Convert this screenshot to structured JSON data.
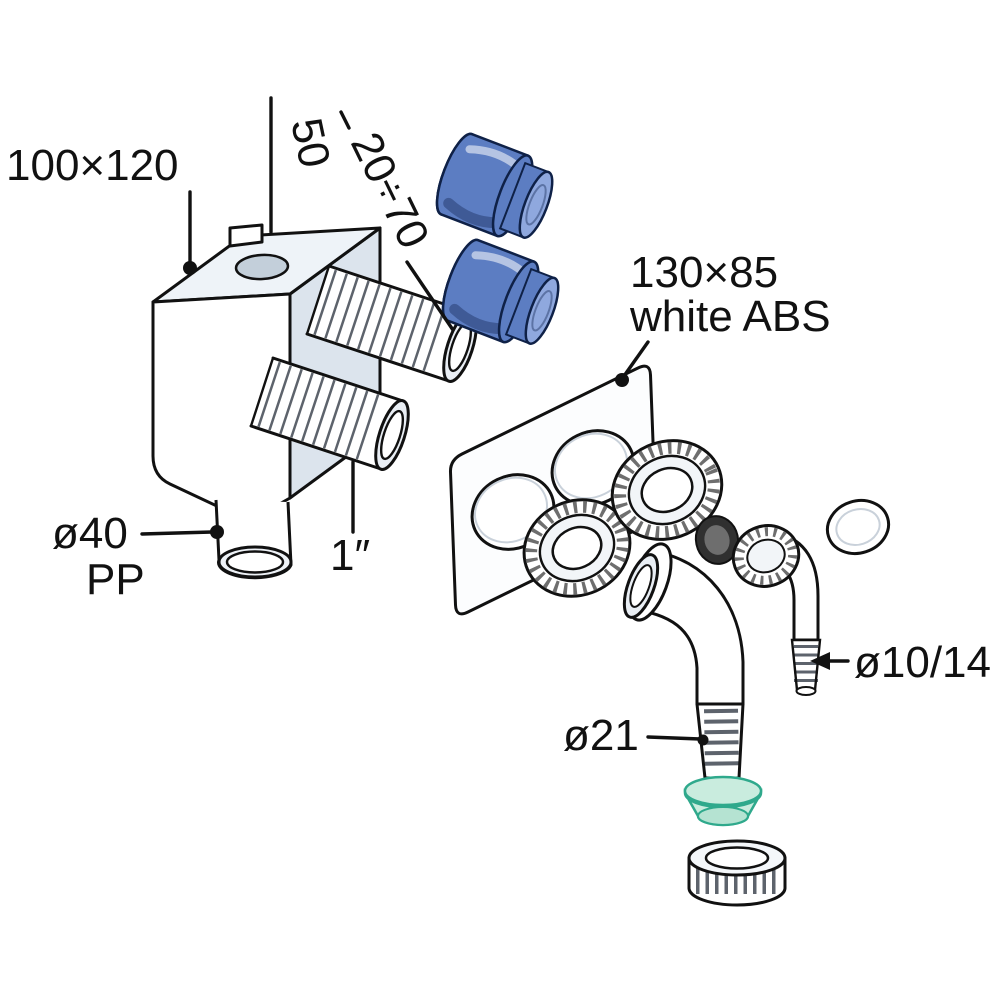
{
  "diagram": {
    "colors": {
      "outline": "#111111",
      "cap_blue": "#5c7dc2",
      "cap_blue_dark": "#31519b",
      "cap_blue_light": "#8fa8de",
      "seal_green": "#c9ecde",
      "seal_green_dark": "#b5e3d2",
      "seal_green_edge": "#2fa98c",
      "gasket_dark": "#303030",
      "gasket_dark_center": "#6e6e6e"
    },
    "labels": {
      "body_size": {
        "text": "100×120"
      },
      "depth": {
        "text": "50"
      },
      "range": {
        "text": "20÷70"
      },
      "plate_size": {
        "text": "130×85"
      },
      "plate_material": {
        "text": "white ABS"
      },
      "outlet_diameter": {
        "text": "ø40"
      },
      "outlet_material": {
        "text": "PP"
      },
      "thread_size": {
        "text": "1″"
      },
      "barb_size": {
        "text": "ø10/14"
      },
      "hose_size": {
        "text": "ø21"
      }
    }
  }
}
